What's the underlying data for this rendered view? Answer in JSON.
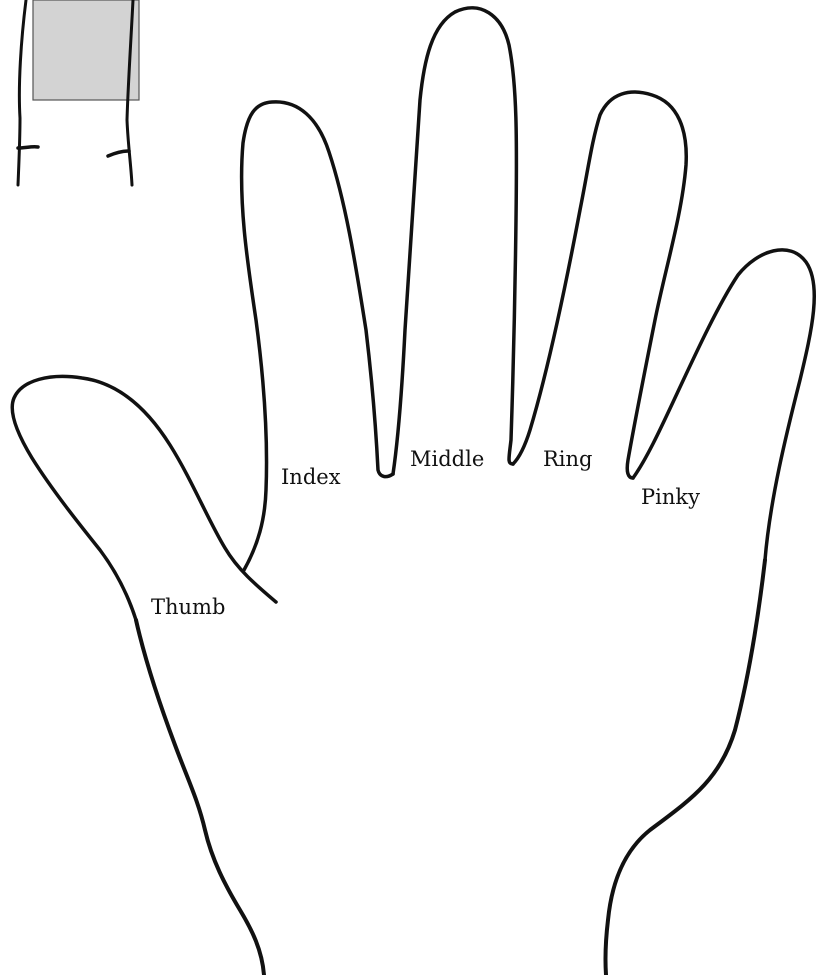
{
  "labels": {
    "thumb": "Thumb",
    "index": "Index",
    "middle": "Middle",
    "ring": "Ring",
    "pinky": "Pinky"
  },
  "colors": {
    "outline": "#111111",
    "swatch_fill": "#d3d3d3",
    "background": "#ffffff"
  }
}
